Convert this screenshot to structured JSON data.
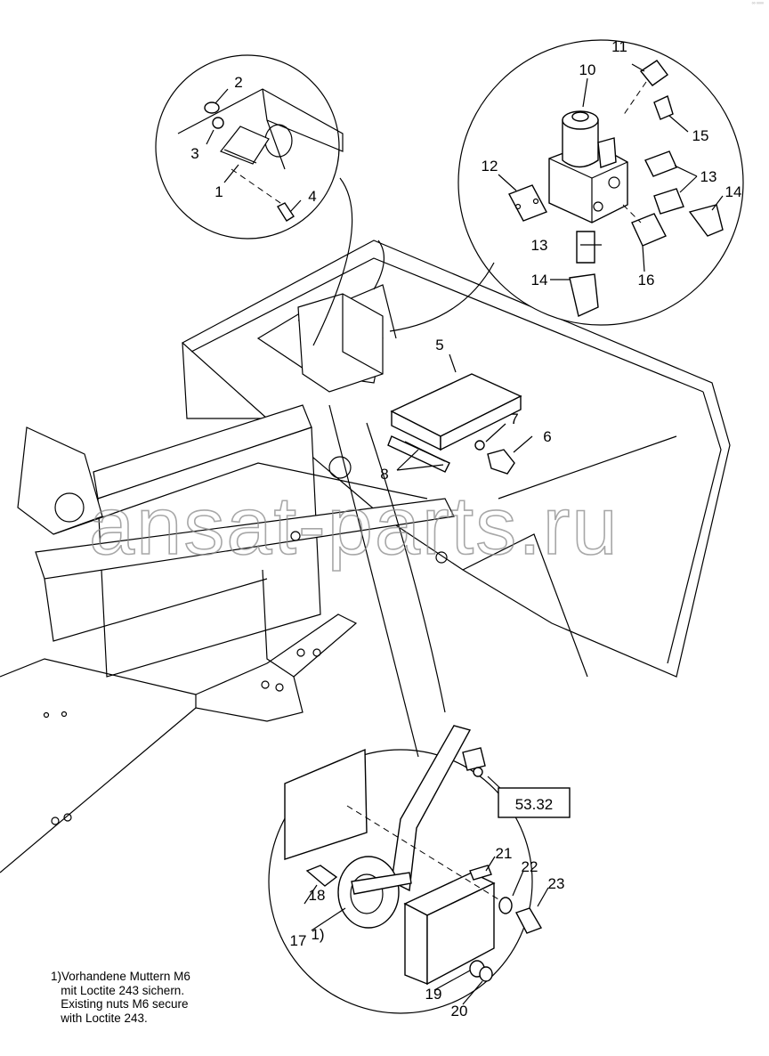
{
  "corner_mark": "⁰⁰ ⁰⁰⁰⁰",
  "watermark": "ansat-parts.ru",
  "reference_box": "53.32",
  "callouts": [
    "1",
    "2",
    "3",
    "4",
    "5",
    "6",
    "7",
    "8",
    "10",
    "11",
    "12",
    "13",
    "13",
    "14",
    "14",
    "15",
    "16",
    "17",
    "1)",
    "18",
    "19",
    "20",
    "21",
    "22",
    "23"
  ],
  "note": {
    "l1": "1)Vorhandene Muttern M6",
    "l2": "   mit Loctite 243 sichern.",
    "l3": "   Existing nuts M6 secure",
    "l4": "   with Loctite 243."
  }
}
